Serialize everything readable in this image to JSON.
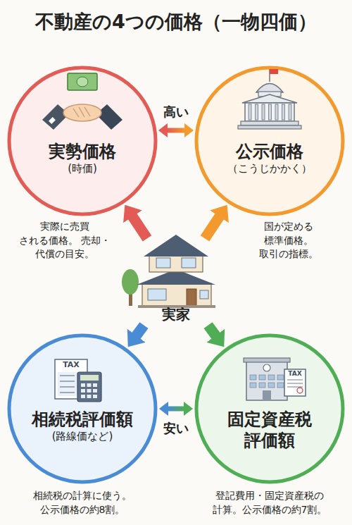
{
  "diagram": {
    "title": "不動産の4つの価格（一物四価）",
    "nodes": [
      {
        "text": [
          "実勢価格",
          "(時価)"
        ]
      },
      {
        "text": [
          "公示価格",
          "（こうじかかく）"
        ]
      },
      {
        "text": [
          "実家"
        ]
      },
      {
        "text": [
          "相続税評価額",
          "(路線価など)"
        ]
      },
      {
        "text": [
          "固定資産税 評価額"
        ]
      }
    ],
    "edges": [
      {
        "from": 2,
        "to": 0,
        "arrow": "to"
      },
      {
        "from": 2,
        "to": 1,
        "arrow": "to"
      },
      {
        "from": 2,
        "to": 3,
        "arrow": "to"
      },
      {
        "from": 2,
        "to": 4,
        "arrow": "to"
      },
      {
        "from": 0,
        "to": 1,
        "arrow": "both",
        "label": "高い"
      },
      {
        "from": 3,
        "to": 4,
        "arrow": "both",
        "label": "安い"
      }
    ],
    "labels": [
      "実際に売買 される価格。 売却・代償の目安。",
      "国が定める 標準価格。 取引の指標。",
      "相続税の計算に使う。 公示価格の約8割。",
      "登記費用・固定資産税の 計算。公示価格の約7割。",
      "TAX",
      "TAX"
    ]
  }
}
